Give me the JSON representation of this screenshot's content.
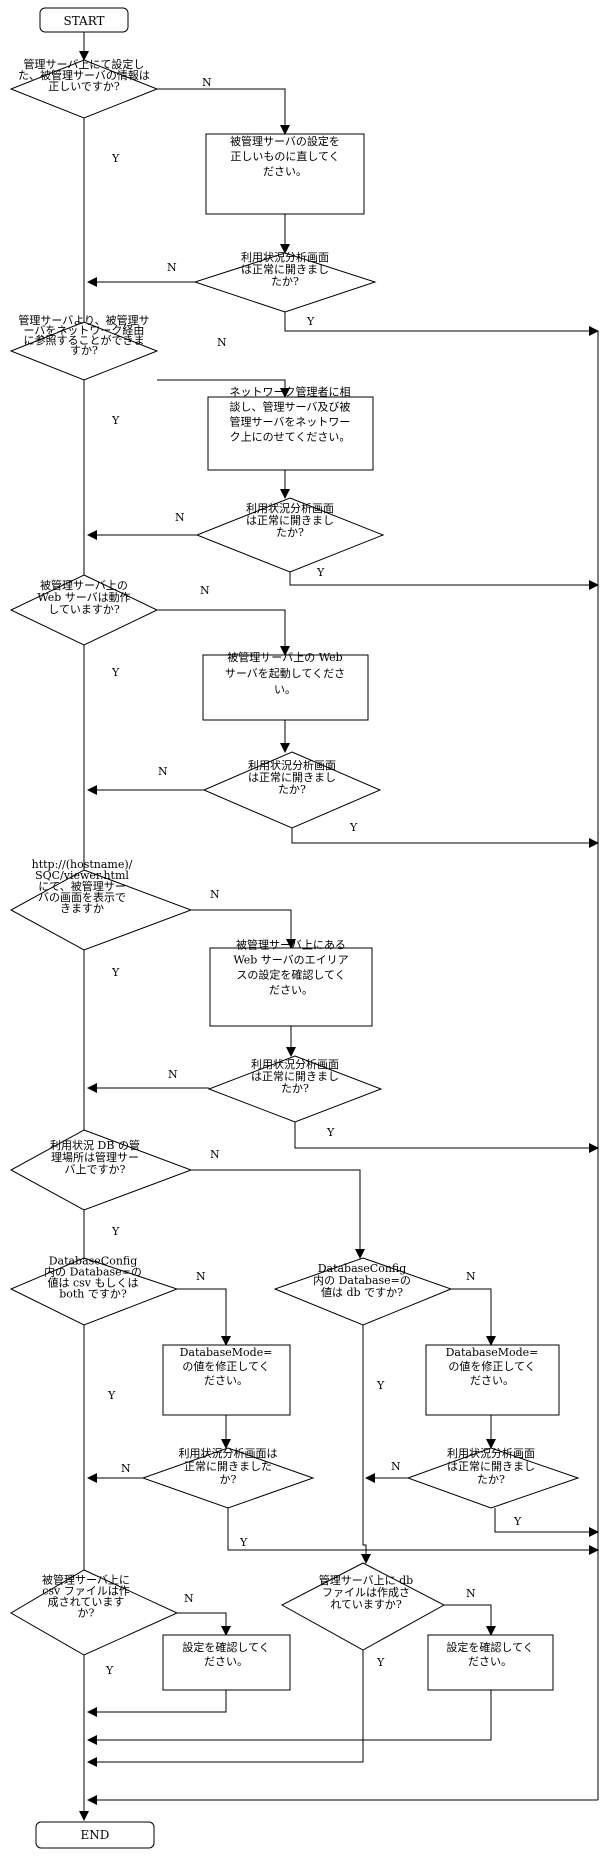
{
  "terminals": {
    "start": "START",
    "end": "END"
  },
  "labels": {
    "yes": "Y",
    "no": "N"
  },
  "decisions": {
    "d1": [
      "管理サーバ上にて設定し",
      "た、被管理サーバの情報は",
      "正しいですか?"
    ],
    "v1": [
      "利用状況分析画面",
      "は正常に開きまし",
      "たか?"
    ],
    "d2": [
      "管理サーバより、被管理サ",
      "ーバをネットワーク経由",
      "に参照することができま",
      "すか?"
    ],
    "v2": [
      "利用状況分析画面",
      "は正常に開きまし",
      "たか?"
    ],
    "d3": [
      "被管理サーバ上の",
      "Web サーバは動作",
      "していますか?"
    ],
    "v3": [
      "利用状況分析画面",
      "は正常に開きまし",
      "たか?"
    ],
    "d4": [
      "http://(hostname)/",
      "SQC/viewer.html",
      "にて、被管理サー",
      "バの画面を表示で",
      "きますか"
    ],
    "v4": [
      "利用状況分析画面",
      "は正常に開きまし",
      "たか?"
    ],
    "d5": [
      "利用状況 DB の管",
      "理場所は管理サー",
      "バ上ですか?"
    ],
    "d6": [
      "DatabaseConfig",
      "内の Database=の",
      "値は csv もしくは",
      "both ですか?"
    ],
    "d7": [
      "DatabaseConfig",
      "内の Database=の",
      "値は db ですか?"
    ],
    "v6": [
      "利用状況分析画面は",
      "正常に開きました",
      "か?"
    ],
    "v7": [
      "利用状況分析画面",
      "は正常に開きまし",
      "たか?"
    ],
    "d8": [
      "被管理サーバ上に",
      "csv ファイルは作",
      "成されています",
      "か?"
    ],
    "d9": [
      "管理サーバ上に db",
      "ファイルは作成さ",
      "れていますか?"
    ]
  },
  "actions": {
    "a1": [
      "被管理サーバの設定を",
      "正しいものに直してく",
      "ださい。"
    ],
    "a2": [
      "ネットワーク管理者に相",
      "談し、管理サーバ及び被",
      "管理サーバをネットワー",
      "ク上にのせてください。"
    ],
    "a3": [
      "被管理サーバ上の Web",
      "サーバを起動してくださ",
      "い。"
    ],
    "a4": [
      "被管理サーバ上にある",
      "Web サーバのエイリア",
      "スの設定を確認してく",
      "ださい。"
    ],
    "a6": [
      "DatabaseMode=",
      "の値を修正してく",
      "ださい。"
    ],
    "a7": [
      "DatabaseMode=",
      "の値を修正してく",
      "ださい。"
    ],
    "a8": [
      "設定を確認してく",
      "ださい。"
    ],
    "a9": [
      "設定を確認してく",
      "ださい。"
    ]
  }
}
